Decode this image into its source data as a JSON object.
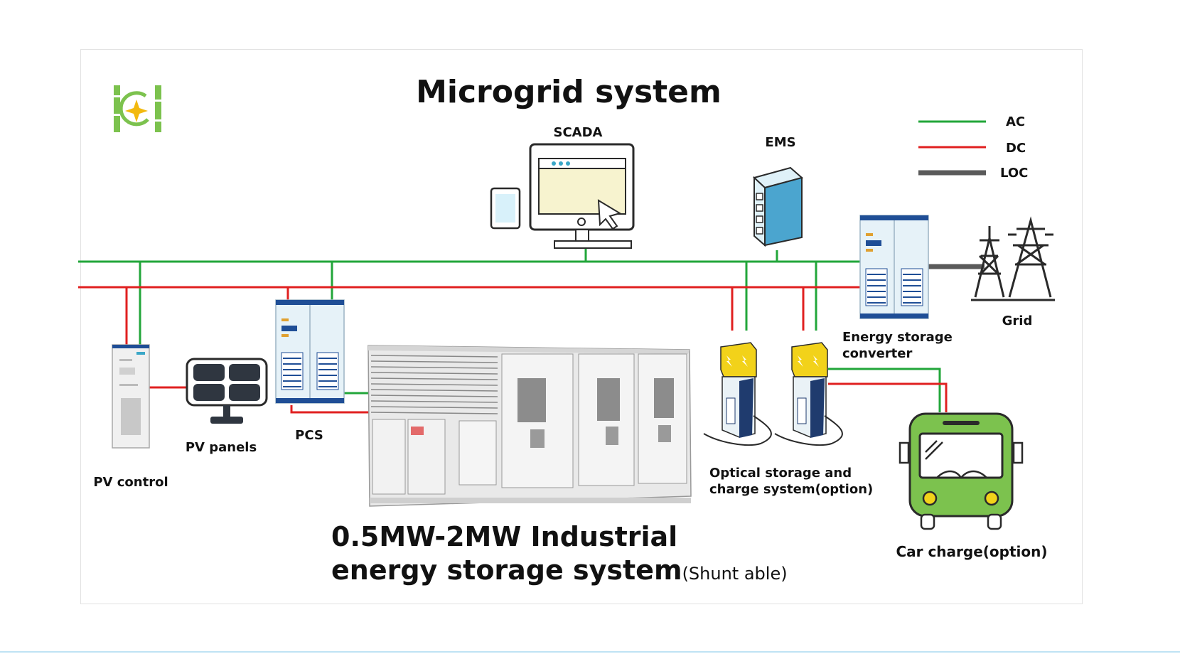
{
  "title": "Microgrid system",
  "legend": [
    {
      "label": "AC",
      "color": "#22a63a"
    },
    {
      "label": "DC",
      "color": "#e02020"
    },
    {
      "label": "LOC",
      "color": "#5a5a5a"
    }
  ],
  "labels": {
    "scada": "SCADA",
    "ems": "EMS",
    "pv_control": "PV control",
    "pv_panels": "PV panels",
    "pcs": "PCS",
    "converter_line1": "Energy storage",
    "converter_line2": "converter",
    "grid": "Grid",
    "charging_line1": "Optical storage and",
    "charging_line2": "charge system(option)",
    "car_charge": "Car charge(option)"
  },
  "caption": {
    "line1": "0.5MW-2MW Industrial",
    "line2": "energy storage system",
    "suffix": "(Shunt able)"
  },
  "colors": {
    "ac": "#22a63a",
    "dc": "#e02020",
    "loc": "#5a5a5a",
    "cabinet_blue": "#1f4e96",
    "bus_green": "#7cc24e",
    "charger_yellow": "#f2d21a"
  }
}
